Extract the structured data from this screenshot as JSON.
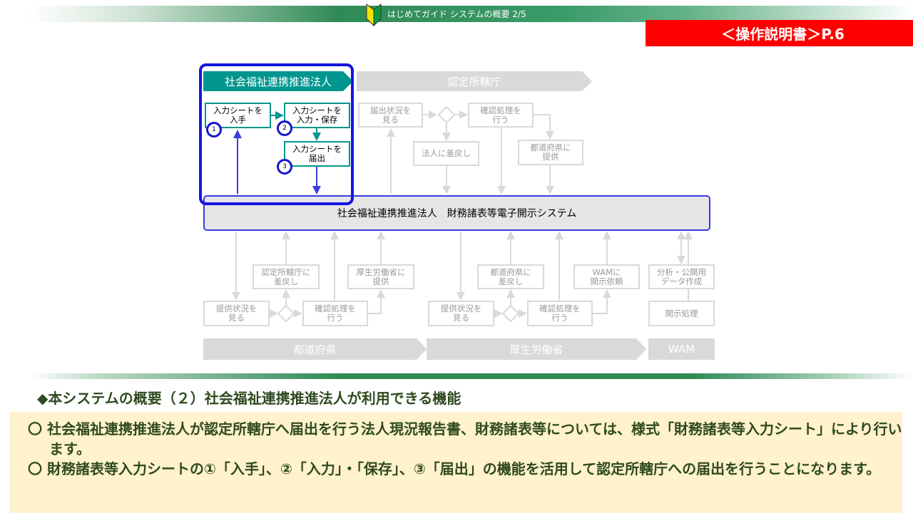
{
  "header": {
    "title": "はじめてガイド システムの概要 2/5",
    "page_ref": "＜操作説明書＞P.6",
    "icon": "beginner-mark-icon"
  },
  "diagram": {
    "lanes": {
      "corp": "社会福祉連携推進法人",
      "authority": "認定所轄庁",
      "prefecture": "都道府県",
      "mhlw": "厚生労働省",
      "wam": "WAM"
    },
    "corp_steps": [
      {
        "label": "入力シートを\n入手",
        "num": "1"
      },
      {
        "label": "入力シートを\n入力・保存",
        "num": "2"
      },
      {
        "label": "入力シートを\n届出",
        "num": "3"
      }
    ],
    "authority_steps": {
      "view": "届出状況を\n見る",
      "confirm": "確認処理を\n行う",
      "return": "法人に差戻し",
      "provide": "都道府県に\n提供"
    },
    "system": "社会福祉連携推進法人　財務諸表等電子開示システム",
    "prefecture_steps": {
      "view": "提供状況を\n見る",
      "confirm": "確認処理を\n行う",
      "return": "認定所轄庁に\n差戻し",
      "provide": "厚生労働省に\n提供"
    },
    "mhlw_steps": {
      "view": "提供状況を\n見る",
      "confirm": "確認処理を\n行う",
      "return": "都道府県に\n差戻し",
      "request": "WAMに\n開示依頼"
    },
    "wam_steps": {
      "data": "分析・公開用\nデータ作成",
      "disclose": "開示処理"
    }
  },
  "colors": {
    "accent": "#00968f",
    "frame": "#1515e0",
    "red": "#ff0000",
    "green": "#2f8a55",
    "note_bg": "#fff2cc"
  },
  "section": {
    "heading": "◆本システムの概要（２）社会福祉連携推進法人が利用できる機能",
    "notes": [
      "〇 社会福祉連携推進法人が認定所轄庁へ届出を行う法人現況報告書、財務諸表等については、様式「財務諸表等入力シート」により行います。",
      "〇 財務諸表等入力シートの①「入手」、②「入力」・「保存」、③「届出」の機能を活用して認定所轄庁への届出を行うことになります。"
    ]
  }
}
